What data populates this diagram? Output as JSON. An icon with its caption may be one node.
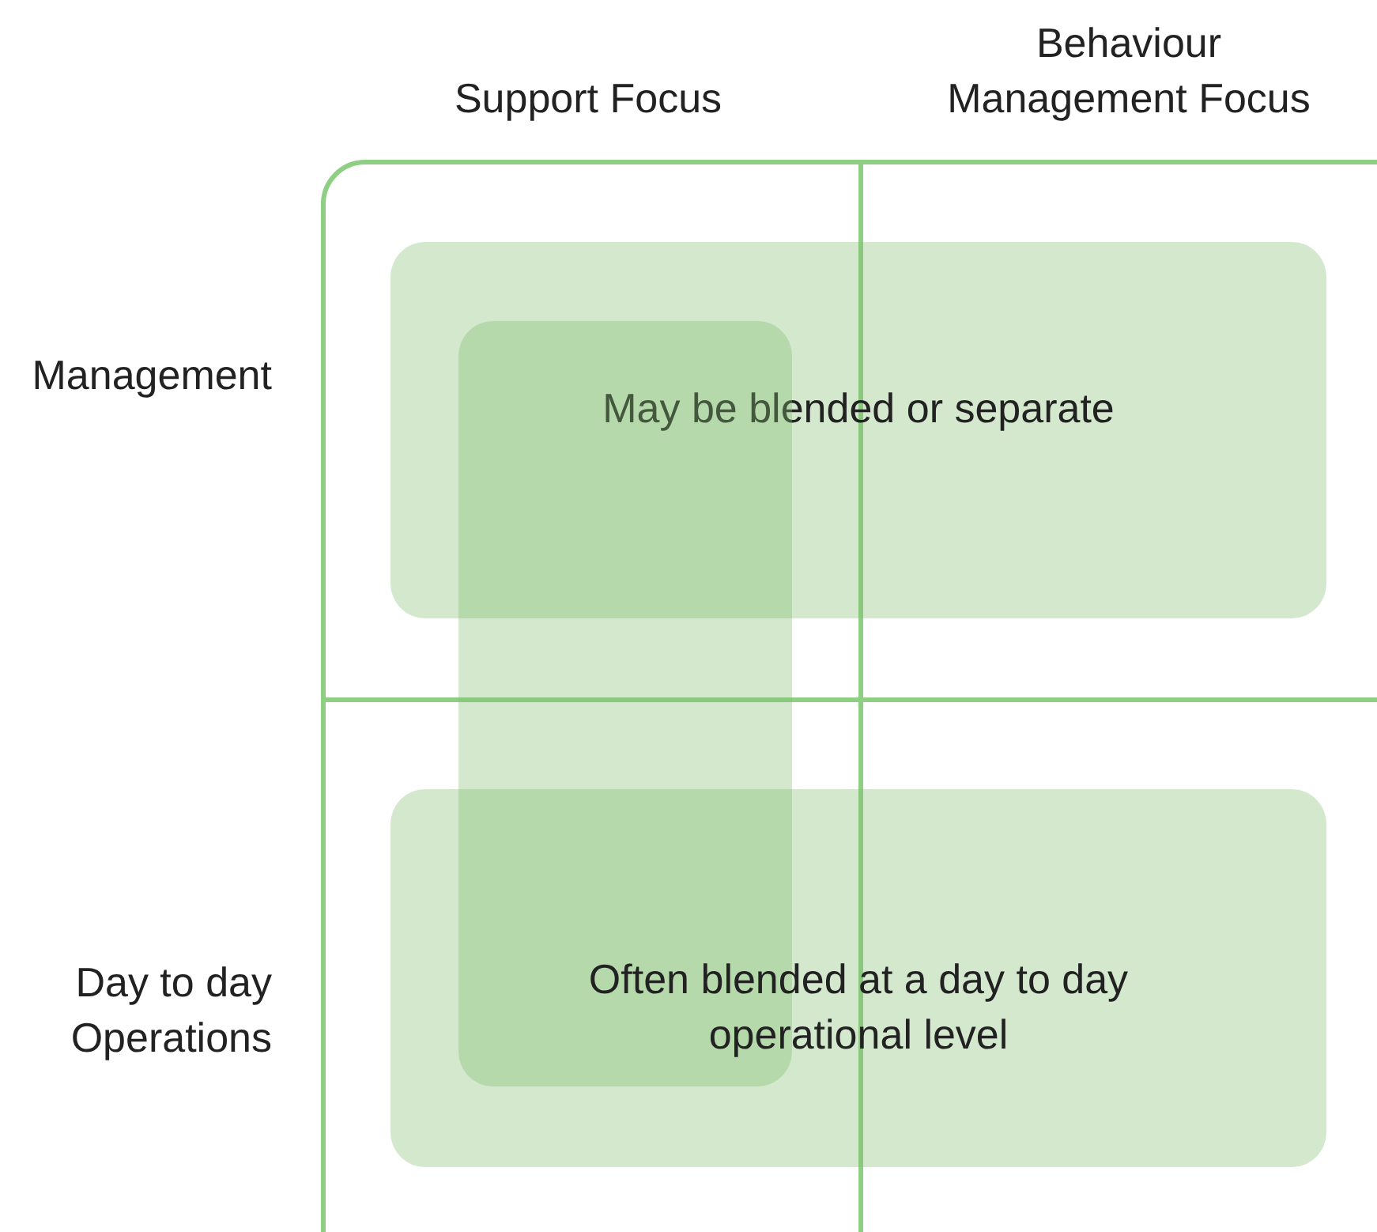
{
  "diagram": {
    "nodes": [
      {
        "text": [
          "May be blended or separate"
        ]
      },
      {
        "text": [],
        "shape": "box"
      },
      {
        "text": [
          "Often blended at a day to day operational level"
        ]
      }
    ],
    "labels": [
      "Support Focus",
      "Behaviour Management Focus",
      "Management",
      "Day to day Operations"
    ]
  }
}
